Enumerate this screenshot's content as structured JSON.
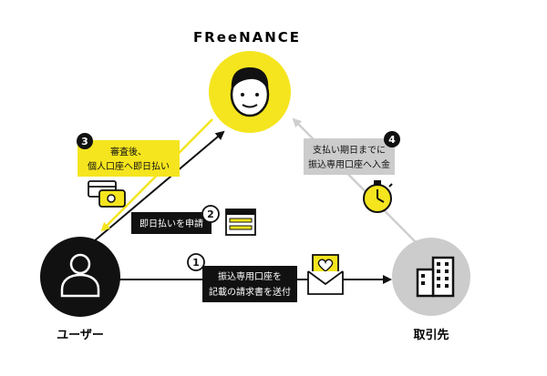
{
  "brand": {
    "logo_text": "FReeNANCE"
  },
  "colors": {
    "yellow": "#f5e51e",
    "black": "#111111",
    "gray": "#cccccc",
    "white": "#ffffff"
  },
  "nodes": {
    "freenance": {
      "icon": "person-face-icon"
    },
    "user": {
      "label": "ユーザー",
      "icon": "user-icon"
    },
    "client": {
      "label": "取引先",
      "icon": "building-icon"
    }
  },
  "steps": {
    "step1": {
      "number": "1",
      "line1": "振込専用口座を",
      "line2": "記載の請求書を送付",
      "icon": "invoice-envelope-icon"
    },
    "step2": {
      "number": "2",
      "line1": "即日払いを申請",
      "icon": "application-form-icon"
    },
    "step3": {
      "number": "3",
      "line1": "審査後、",
      "line2": "個人口座へ即日払い",
      "icon": "wallet-card-icon"
    },
    "step4": {
      "number": "4",
      "line1": "支払い期日までに",
      "line2": "振込専用口座へ入金",
      "icon": "stopwatch-icon"
    }
  }
}
